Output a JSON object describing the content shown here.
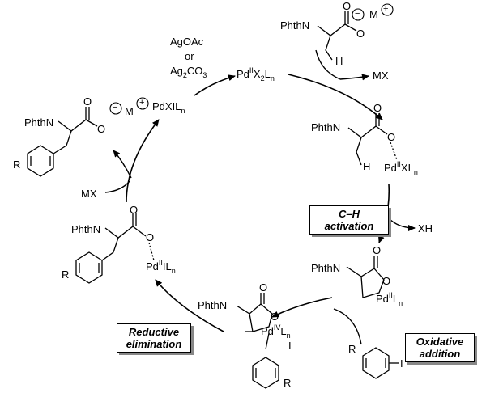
{
  "catalysts": {
    "pd_cat_a": "PdXIL",
    "pd_cat_b_pre": "Pd",
    "pd_cat_b_post": "X",
    "sub_n": "n",
    "sub_2": "2",
    "sup_II": "II",
    "sup_IV": "IV"
  },
  "reagents": {
    "agoac": "AgOAc",
    "or": "or",
    "ag2co3_pre": "Ag",
    "ag2co3_post": "CO",
    "ag2co3_sub3": "3",
    "mx": "MX",
    "xh": "XH",
    "i": "I",
    "r": "R"
  },
  "structures": {
    "phthn": "PhthN",
    "o": "O",
    "h": "H",
    "m": "M",
    "minus": "−",
    "plus": "+",
    "pd": "Pd",
    "x_l": "XL",
    "l": "L",
    "i_l": "IL"
  },
  "steps": {
    "ch_activation": "C–H activation",
    "oxidative_addition": "Oxidative addition",
    "reductive_elimination": "Reductive elimination"
  },
  "colors": {
    "line": "#000000",
    "box_shadow": "#888888"
  }
}
